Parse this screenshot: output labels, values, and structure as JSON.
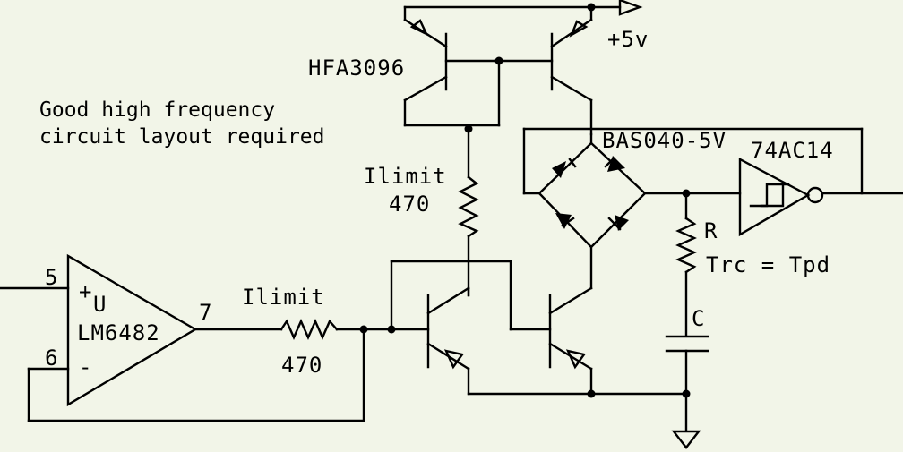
{
  "colors": {
    "background": "#f2f5e8",
    "ink": "#000000"
  },
  "note": {
    "line1": "Good high frequency",
    "line2": "circuit layout required"
  },
  "components": {
    "transistor_array": {
      "label": "HFA3096"
    },
    "supply": {
      "label": "+5v"
    },
    "diode_bridge": {
      "label": "BAS040-5V"
    },
    "schmitt_inverter": {
      "label": "74AC14"
    },
    "opamp": {
      "label": "LM6482",
      "pin_noninv": "5",
      "pin_inv": "6",
      "pin_out": "7",
      "plus_symbol": "+",
      "minus_symbol": "-",
      "u_symbol": "U"
    },
    "r_limit_vertical": {
      "name": "Ilimit",
      "value": "470"
    },
    "r_limit_horizontal": {
      "name": "Ilimit",
      "value": "470"
    },
    "r_timing": {
      "label": "R"
    },
    "c_timing": {
      "label": "C"
    },
    "rc_relation": {
      "label": "Trc = Tpd"
    }
  }
}
